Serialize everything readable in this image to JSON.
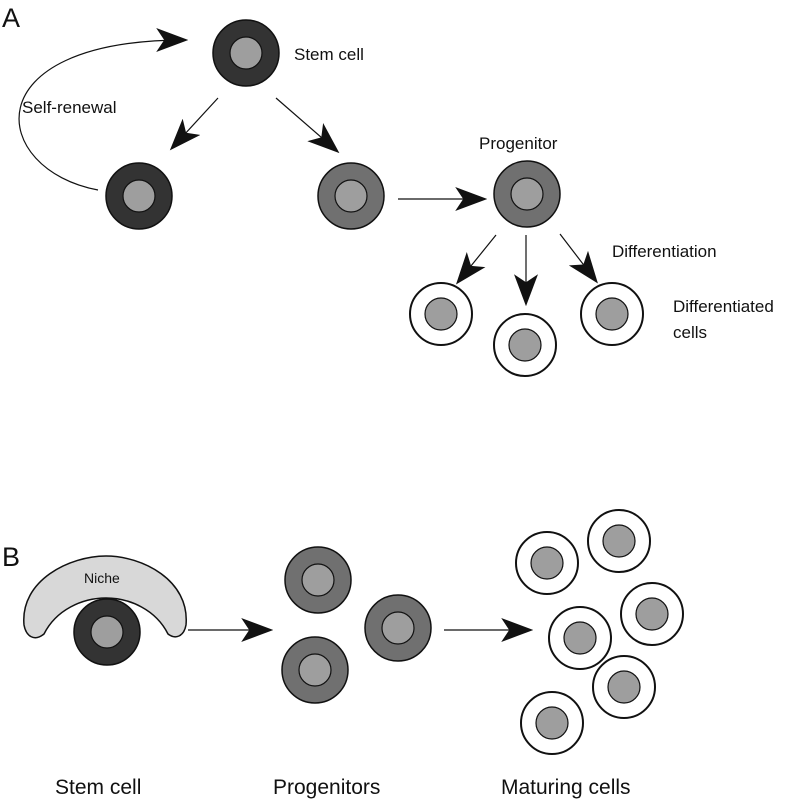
{
  "panel_a": {
    "letter": "A",
    "stem_cell_label": "Stem cell",
    "self_renewal_label": "Self-renewal",
    "progenitor_label": "Progenitor",
    "differentiation_label": "Differentiation",
    "differentiated_cells_label_line1": "Differentiated",
    "differentiated_cells_label_line2": "cells"
  },
  "panel_b": {
    "letter": "B",
    "niche_label": "Niche",
    "stem_cell_label": "Stem cell",
    "progenitors_label": "Progenitors",
    "maturing_cells_label": "Maturing cells"
  },
  "colors": {
    "stem_cell": "#333333",
    "progenitor": "#707070",
    "differentiated": "#ffffff",
    "nucleus": "#9e9e9e",
    "niche": "#d8d8d8",
    "outline": "#111111"
  }
}
